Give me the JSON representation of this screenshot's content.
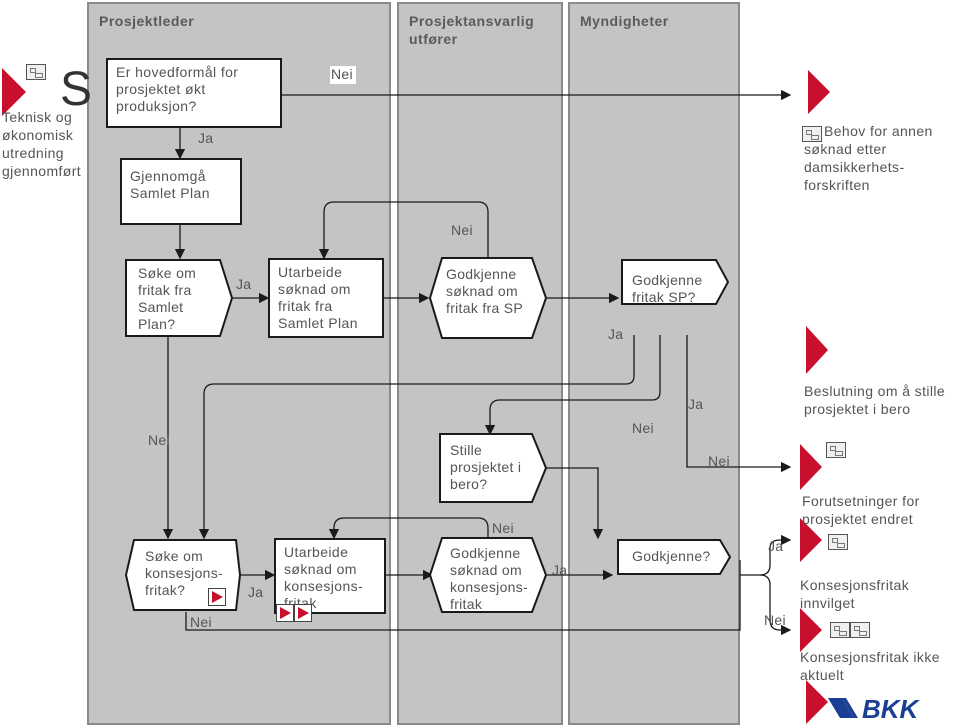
{
  "lanes": {
    "project_leader": "Prosjektleder",
    "project_executor": "Prosjektansvarlig utfører",
    "authorities": "Myndigheter"
  },
  "start_note": "Teknisk og økonomisk utredning gjennomført",
  "start_letter": "S",
  "nodes": {
    "main_purpose": "Er hovedformål for prosjektet økt produksjon?",
    "review_plan": "Gjennomgå Samlet Plan",
    "apply_exemption": "Søke om fritak fra Samlet Plan?",
    "prepare_application": "Utarbeide søknad om fritak fra Samlet Plan",
    "approve_application_sp": "Godkjenne søknad om fritak fra SP",
    "approve_exemption_sp": "Godkjenne fritak SP?",
    "pause_project": "Stille prosjektet i bero?",
    "apply_concession": "Søke om konsesjons-fritak?",
    "prepare_concession": "Utarbeide søknad om konsesjons-fritak",
    "approve_concession_app": "Godkjenne søknad om konsesjons-fritak",
    "approve": "Godkjenne?"
  },
  "edge_labels": {
    "nei_top": "Nei",
    "ja_1": "Ja",
    "nei_loop": "Nei",
    "ja_2": "Ja",
    "ja_3": "Ja",
    "nei_left": "Nei",
    "ja_4": "Ja",
    "nei_mid": "Nei",
    "nei_right": "Nei",
    "nei_loop2": "Nei",
    "ja_5": "Ja",
    "nei_concession": "Nei",
    "ja_6": "Ja",
    "ja_7": "Ja",
    "nei_final": "Nei"
  },
  "outcomes": {
    "other_application": "Behov for annen søknad etter damsikkerhets-forskriften",
    "pause_decision": "Beslutning om å stille prosjektet i bero",
    "prereq_changed": "Forutsetninger for prosjektet endret",
    "exemption_granted": "Konsesjonsfritak innvilget",
    "exemption_not_relevant": "Konsesjonsfritak ikke aktuelt"
  },
  "logo": "BKK",
  "colors": {
    "lane_fill": "#c4c4c4",
    "accent_red": "#c8102e",
    "logo_blue": "#1b3f94",
    "line": "#1a1a1a"
  }
}
